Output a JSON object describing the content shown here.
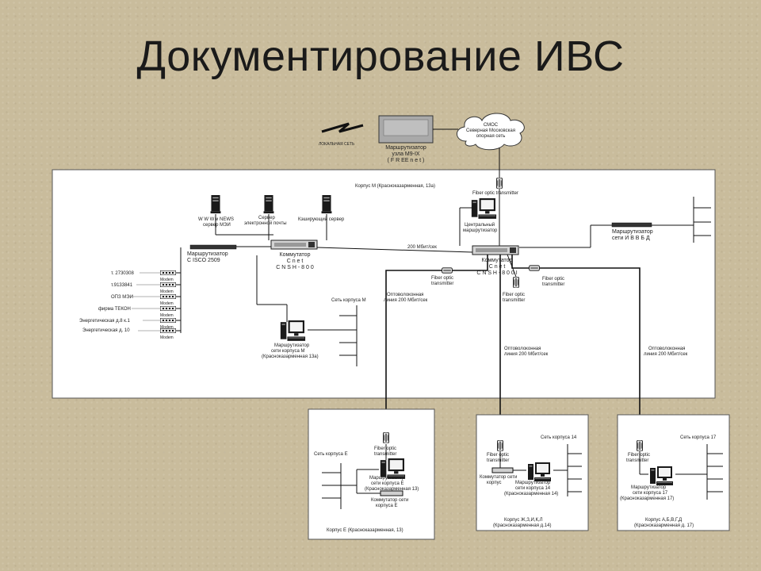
{
  "title": "Документирование ИВС",
  "labels": {
    "lan_label": "ЛОКАЛЬНАЯ СЕТЬ",
    "router_node": [
      "Маршрутизатор",
      "узла M9-IX",
      "( F R EE n e t )"
    ],
    "cloud": [
      "СМОС",
      "Северная Московская",
      "опорная сеть"
    ],
    "korpus_m": "Корпус М (Красноказарменная, 13а)",
    "fiber_top": "Fiber optic transmitter",
    "central_router": [
      "Центральный",
      "маршрутизатор"
    ],
    "www": [
      "W W W и NEWS",
      "сервер МЭИ"
    ],
    "mail": [
      "Сервер",
      "электронной почты"
    ],
    "cache": "Кэширующий сервер",
    "router_ivvbd": [
      "Маршрутизатор",
      "сети И В В Б Д"
    ],
    "router_cisco": [
      "Маршрутизатор",
      "C ISCO  2509"
    ],
    "switch1": [
      "Коммутатор",
      "C n e t",
      "C N S H - 8 0 0"
    ],
    "speed200": "200 Мбит/сек",
    "switch2": [
      "Коммутатор",
      "C n e t",
      "C N S H - 8 0 0 I"
    ],
    "modems": [
      "т. 2730308",
      "т.9133841",
      "ОПЗ МЭИ",
      "фирма ТЕКОН",
      "Энергетическая д.8 к.1",
      "Энергетическая д. 10"
    ],
    "modem": "Modem",
    "set_m": "Сеть корпуса М",
    "fiber_left": [
      "Fiber optic",
      "transmitter"
    ],
    "fiber_mid": [
      "Fiber optic",
      "transmitter"
    ],
    "fiber_right": [
      "Fiber optic",
      "transmitter"
    ],
    "opto_left": [
      "Оптоволоконная",
      "линия 200 Мбит/сек"
    ],
    "opto_mid": [
      "Оптоволоконная",
      "линия 200 Мбит/сек"
    ],
    "opto_right": [
      "Оптоволоконная",
      "линия 200 Мбит/сек"
    ],
    "router_m": [
      "Маршрутизатор",
      "сети корпуса М",
      "(Красноказарменная 13а)"
    ],
    "e": {
      "set": "Сеть корпуса Е",
      "fiber": [
        "Fiber optic",
        "transmitter"
      ],
      "router": [
        "Маршрутизатор",
        "сети корпуса Е",
        "(Красноказарменная 13)"
      ],
      "switch": [
        "Коммутатор сети",
        "корпуса Е"
      ],
      "footer": "Корпус Е (Красноказарменная, 13)"
    },
    "k14": {
      "set": "Сеть корпуса 14",
      "fiber": [
        "Fiber optic",
        "transmitter"
      ],
      "switch": [
        "Коммутатор сети",
        "корпус"
      ],
      "router": [
        "Маршрутизатор",
        "сети корпуса 14",
        "(Красноказарменная 14)"
      ],
      "footer": [
        "Корпус Ж,З,И,К,Л",
        "(Красноказарменная д.14)"
      ]
    },
    "k17": {
      "set": "Сеть корпуса 17",
      "fiber": [
        "Fiber optic",
        "transmitter"
      ],
      "router": [
        "Маршрутизатор",
        "сети корпуса 17",
        "(Красноказарменная 17)"
      ],
      "footer": [
        "Корпус А,Б,В,Г,Д",
        "(Красноказарменная д. 17)"
      ]
    }
  }
}
